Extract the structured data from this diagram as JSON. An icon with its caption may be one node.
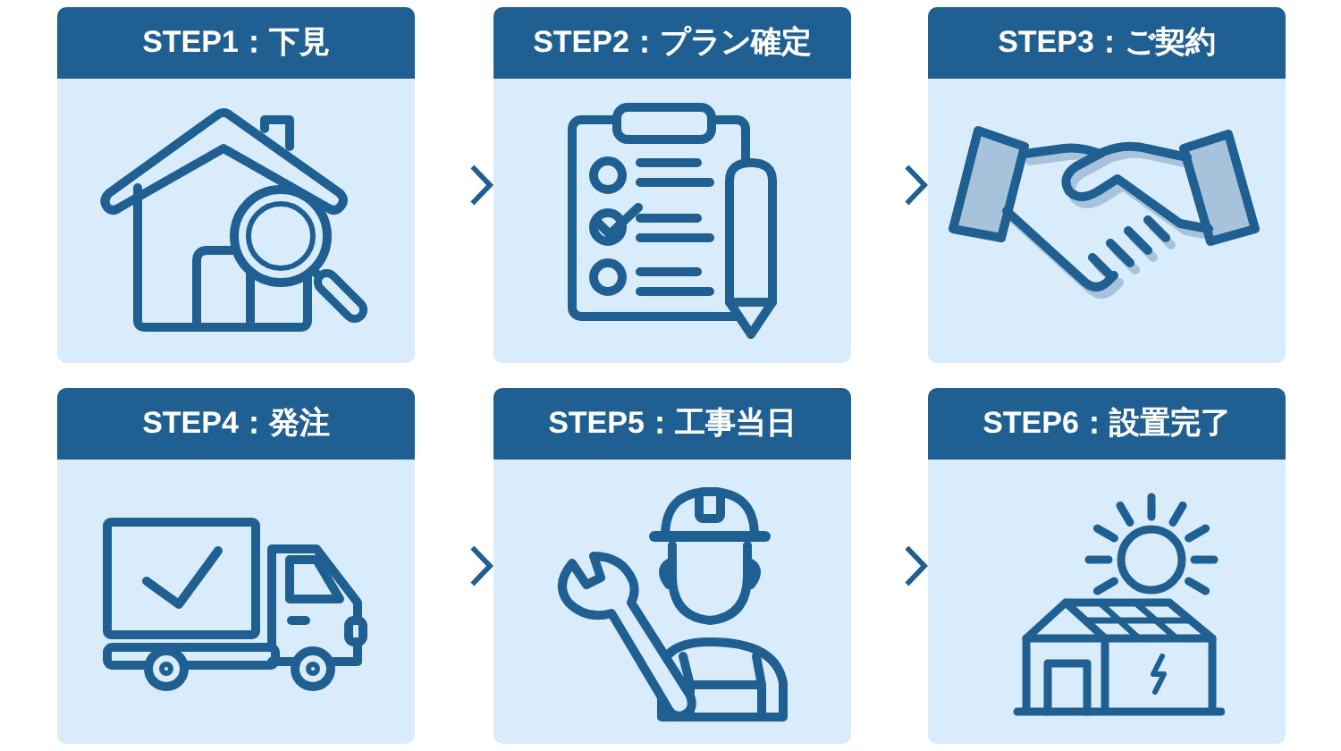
{
  "diagram": {
    "nodes": [
      {
        "text": [
          "STEP1：下見"
        ]
      },
      {
        "text": [
          "STEP2：プラン確定"
        ]
      },
      {
        "text": [
          "STEP3：ご契約"
        ]
      },
      {
        "text": [
          "STEP4：発注"
        ]
      },
      {
        "text": [
          "STEP5：工事当日"
        ]
      },
      {
        "text": [
          "STEP6：設置完了"
        ]
      }
    ],
    "edges": [
      {
        "from": 0,
        "to": 1,
        "arrow": "to"
      },
      {
        "from": 1,
        "to": 2,
        "arrow": "to"
      },
      {
        "from": 3,
        "to": 4,
        "arrow": "to"
      },
      {
        "from": 4,
        "to": 5,
        "arrow": "to"
      }
    ]
  }
}
